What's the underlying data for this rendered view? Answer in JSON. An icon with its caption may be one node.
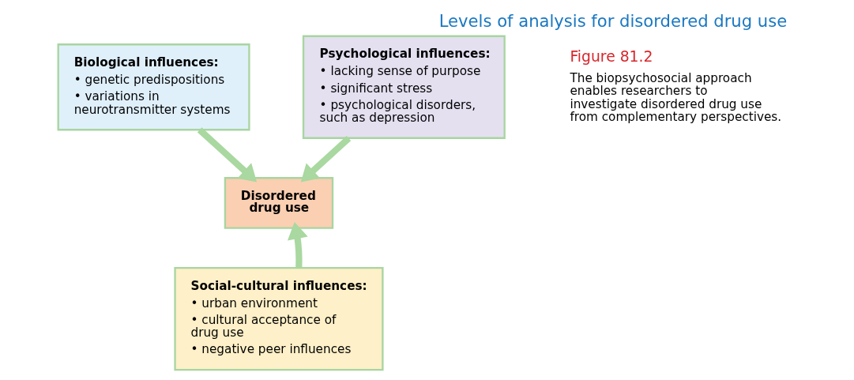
{
  "diagram": {
    "title": "Levels of analysis for disordered drug use",
    "nodes": [
      {
        "text": [
          "Biological influences:",
          "• genetic predispositions",
          "• variations in neurotransmitter systems"
        ]
      },
      {
        "text": [
          "Psychological influences:",
          "• lacking sense of purpose",
          "• significant stress",
          "• psychological disorders, such as depression"
        ]
      },
      {
        "text": [
          "Disordered drug use"
        ]
      },
      {
        "text": [
          "Social-cultural influences:",
          "• urban environment",
          "• cultural acceptance of drug use",
          "• negative peer influences"
        ]
      }
    ],
    "edges": [
      {
        "from": 0,
        "to": 2,
        "arrow": "to"
      },
      {
        "from": 1,
        "to": 2,
        "arrow": "to"
      },
      {
        "from": 3,
        "to": 2,
        "arrow": "to"
      }
    ],
    "labels": [
      "Figure 81.2",
      "The biopsychosocial approach enables researchers to investigate disordered drug use from complementary perspectives."
    ]
  }
}
